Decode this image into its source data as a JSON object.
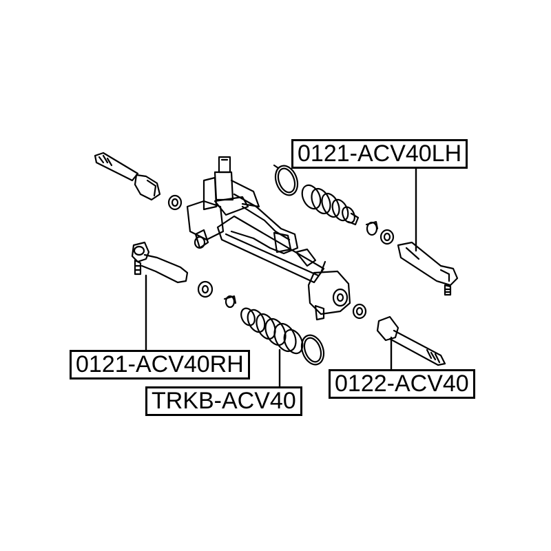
{
  "labels": {
    "tie_rod_end_lh": "0121-ACV40LH",
    "tie_rod_end_rh": "0121-ACV40RH",
    "steering_boot": "TRKB-ACV40",
    "inner_tie_rod": "0122-ACV40"
  },
  "colors": {
    "line": "#000000",
    "background": "#ffffff"
  }
}
